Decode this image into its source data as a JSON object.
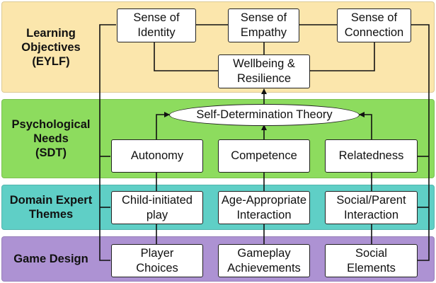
{
  "colors": {
    "learning_objectives": "#fbe6ac",
    "psychological_needs": "#8ddc5e",
    "domain_expert_themes": "#5fcfc6",
    "game_design": "#ad92d3",
    "box_border": "#222222",
    "box_fill": "#ffffff"
  },
  "layers": [
    {
      "id": "learning_objectives",
      "label": "Learning\nObjectives\n(EYLF)"
    },
    {
      "id": "psychological_needs",
      "label": "Psychological\nNeeds\n(SDT)"
    },
    {
      "id": "domain_expert_themes",
      "label": "Domain Expert\nThemes"
    },
    {
      "id": "game_design",
      "label": "Game Design"
    }
  ],
  "learning_objectives": {
    "identity": "Sense of\nIdentity",
    "empathy": "Sense of\nEmpathy",
    "connection": "Sense of\nConnection",
    "wellbeing": "Wellbeing &\nResilience"
  },
  "sdt": {
    "theory": "Self-Determination Theory",
    "autonomy": "Autonomy",
    "competence": "Competence",
    "relatedness": "Relatedness"
  },
  "themes": {
    "child_initiated": "Child-initiated\nplay",
    "age_appropriate": "Age-Appropriate\nInteraction",
    "social_parent": "Social/Parent\nInteraction"
  },
  "game_design": {
    "player_choices": "Player\nChoices",
    "gameplay_achievements": "Gameplay\nAchievements",
    "social_elements": "Social\nElements"
  }
}
